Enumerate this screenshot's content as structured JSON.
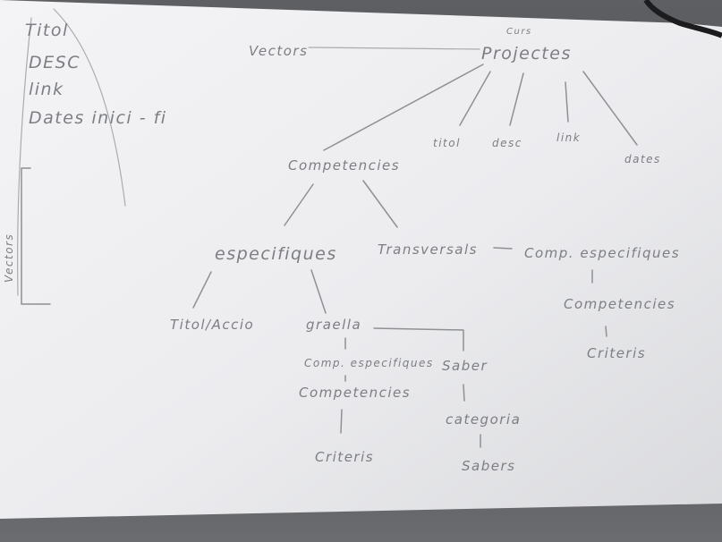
{
  "margin_notes": {
    "line1": "Titol",
    "line2": "DESC",
    "line3": "link",
    "line4": "Dates inici - fi",
    "bracket_label": "Vectors"
  },
  "tree": {
    "top_left": "Vectors",
    "curs": "Curs",
    "root": "Projectes",
    "root_children": [
      "titol",
      "desc",
      "link",
      "dates"
    ],
    "competencies": "Competencies",
    "especifiques": "especifiques",
    "transversals": "Transversals",
    "comp_especifiques_right": "Comp. especifiques",
    "competencies_right": "Competencies",
    "criteris_right": "Criteris",
    "titol_accio": "Titol/Accio",
    "graella": "graella",
    "comp_especifiques_mid": "Comp. especifiques",
    "competencies_mid": "Competencies",
    "criteris_mid": "Criteris",
    "saber": "Saber",
    "categoria": "categoria",
    "sabers": "Sabers"
  }
}
